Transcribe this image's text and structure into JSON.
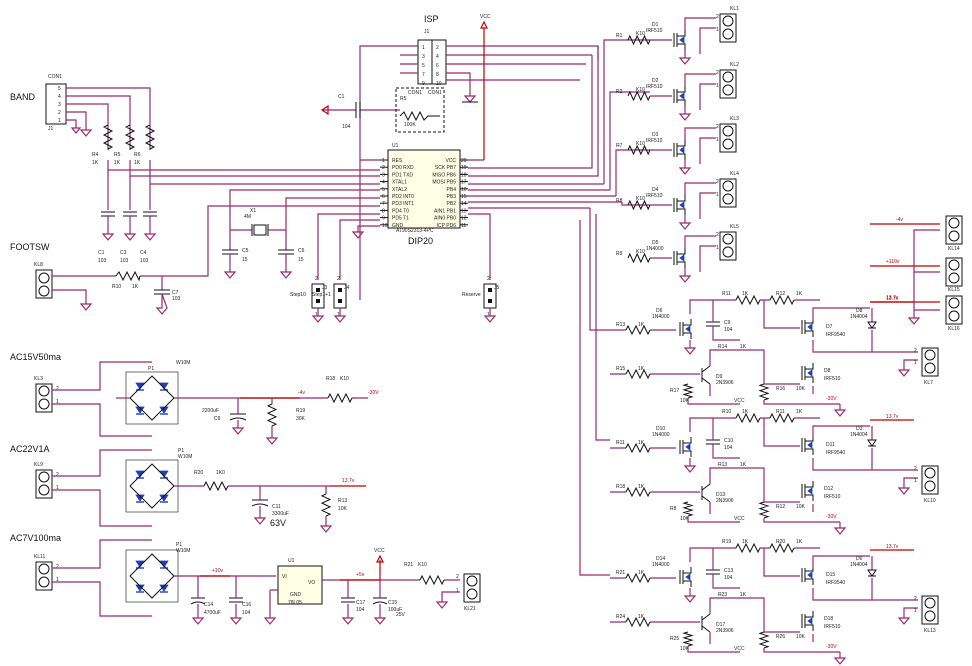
{
  "labels": {
    "isp": "ISP",
    "band": "BAND",
    "footsw": "FOOTSW",
    "ac15": "AC15V50ma",
    "ac22": "AC22V1A",
    "ac7": "AC7V100ma",
    "dip": "DIP20",
    "cap63": "63V",
    "vcc": "VCC"
  },
  "mcu": {
    "ref": "U1",
    "part": "AT90S2313-4PC",
    "left_pins": [
      "RES",
      "PD0 RXD",
      "PD1 TXD",
      "XTAL1",
      "XTAL2",
      "PD2 INT0",
      "PD3 INT1",
      "PD4 T0",
      "PD5 T1",
      "GND"
    ],
    "left_nums": [
      "1",
      "2",
      "3",
      "4",
      "5",
      "6",
      "7",
      "8",
      "9",
      "10"
    ],
    "right_pins": [
      "VCC",
      "SCK PB7",
      "MISO PB6",
      "MOSI PB5",
      "PB4",
      "PB3",
      "PB2",
      "AIN1 PB1",
      "AIN0 PB0",
      "ICP PD6"
    ],
    "right_nums": [
      "20",
      "19",
      "18",
      "17",
      "16",
      "15",
      "14",
      "13",
      "12",
      "11"
    ]
  },
  "isp": {
    "ref": "J1",
    "pins_l": [
      "1",
      "3",
      "5",
      "7",
      "9"
    ],
    "pins_r": [
      "2",
      "4",
      "6",
      "8",
      "10"
    ]
  },
  "band": {
    "ref": "CON1",
    "sub": "J1",
    "pins": [
      "5",
      "4",
      "3",
      "2",
      "1"
    ]
  },
  "band_res": [
    {
      "ref": "R4",
      "val": "1K"
    },
    {
      "ref": "R5",
      "val": "1K"
    },
    {
      "ref": "R6",
      "val": "1K"
    }
  ],
  "band_caps": [
    {
      "ref": "C1",
      "val": "103"
    },
    {
      "ref": "C3",
      "val": "103"
    },
    {
      "ref": "C4",
      "val": "103"
    }
  ],
  "parts": {
    "c1": {
      "ref": "C1",
      "val": "104"
    },
    "r5": {
      "ref": "R5",
      "val": "100K"
    },
    "con1": "CON1",
    "x1": {
      "ref": "X1",
      "val": "4M"
    },
    "c5": {
      "ref": "C5",
      "val": "15"
    },
    "c6": {
      "ref": "C6",
      "val": "15"
    },
    "kl8": "KL8",
    "r10": {
      "ref": "R10",
      "val": "1K"
    },
    "c7": {
      "ref": "C7",
      "val": "103"
    },
    "j3": {
      "ref": "J3",
      "val": "Step10"
    },
    "j4": {
      "ref": "J4",
      "val": "Step1+1"
    },
    "j5": {
      "ref": "J5",
      "val": "Reserve"
    }
  },
  "relay_outputs": [
    {
      "d": "D1",
      "mos": "IRF510",
      "r": "R1",
      "rv": "K10",
      "kl": "KL1"
    },
    {
      "d": "D2",
      "mos": "IRF510",
      "r": "R2",
      "rv": "K10",
      "kl": "KL2"
    },
    {
      "d": "D3",
      "mos": "IRF510",
      "r": "R7",
      "rv": "K10",
      "kl": "KL3"
    },
    {
      "d": "D4",
      "mos": "IRF510",
      "r": "R8",
      "rv": "K10",
      "kl": "KL4"
    },
    {
      "d": "D5",
      "mos": "1N4000",
      "r": "R9",
      "rv": "K10",
      "kl": "KL5"
    }
  ],
  "power": {
    "ac15": {
      "kl": "KL3",
      "br": "P1",
      "brv": "W10M",
      "cap": "C9",
      "capv": "2200uF",
      "r19": "R19",
      "r19v": "30K",
      "r18": "R18",
      "r18v": "K10",
      "rail": "-30V",
      "railm": "-4v"
    },
    "ac22": {
      "kl": "KL9",
      "br": "P1",
      "brv": "W10M",
      "r": "R20",
      "rv": "1K0",
      "cap": "C11",
      "capv": "3300uF",
      "r2": "R13",
      "r2v": "10K",
      "rail": "13.7v"
    },
    "ac7": {
      "kl": "KL11",
      "br": "P1",
      "brv": "W10M",
      "rail1": "+10v",
      "c14": "C14",
      "c14v": "4700uF",
      "c16": "C16",
      "c16v": "104",
      "u": "U1",
      "uname": "78L05",
      "vi": "VI",
      "vo": "VO",
      "gnd": "GND",
      "c17": "C17",
      "c17v": "104",
      "c15": "C15",
      "c15v": "100uF",
      "c15b": "25V",
      "rail2": "+5v",
      "r21": "R21",
      "r21v": "K10",
      "kl21": "KL21"
    }
  },
  "right_rails": {
    "neg4": "-4v",
    "p110": "+110v",
    "p137": "13.7v",
    "kl14": "KL14",
    "kl15": "KL15",
    "kl16": "KL16"
  },
  "channels": [
    {
      "rin": "R13",
      "rinv": "1K",
      "d": "D6",
      "dv": "1N4000",
      "c": "C9",
      "cv": "104",
      "r11": "R11",
      "r11v": "1K",
      "r12": "R12",
      "r12v": "1K",
      "q": "D7",
      "qv": "IRF9540",
      "dd": "D8",
      "ddv": "1N4004",
      "r14": "R14",
      "r14v": "1K",
      "r15": "R15",
      "r15v": "1K",
      "r17": "R17",
      "r17v": "10K",
      "qn": "D9",
      "qnv": "2N3906",
      "r16": "R16",
      "r16v": "10K",
      "mos": "D8",
      "mosv": "IRF510",
      "kl": "KL7",
      "rail": "13.7v",
      "neg": "-30V"
    },
    {
      "rin": "R11",
      "rinv": "1K",
      "d": "D10",
      "dv": "1N4000",
      "c": "C10",
      "cv": "104",
      "r11": "R10",
      "r11v": "1K",
      "r12": "R11",
      "r12v": "1K",
      "q": "D11",
      "qv": "IRF9540",
      "dd": "D3",
      "ddv": "1N4004",
      "r14": "R13",
      "r14v": "1K",
      "r15": "R18",
      "r15v": "1K",
      "r17": "R8",
      "r17v": "10K",
      "qn": "D13",
      "qnv": "2N3906",
      "r16": "R12",
      "r16v": "10K",
      "mos": "D12",
      "mosv": "IRF510",
      "kl": "KL10",
      "rail": "13.7v",
      "neg": "-30V"
    },
    {
      "rin": "R21",
      "rinv": "1K",
      "d": "D14",
      "dv": "1N4000",
      "c": "C13",
      "cv": "104",
      "r11": "R19",
      "r11v": "1K",
      "r12": "R20",
      "r12v": "1K",
      "q": "D15",
      "qv": "IRF9540",
      "dd": "D6",
      "ddv": "1N4004",
      "r14": "R23",
      "r14v": "1K",
      "r15": "R24",
      "r15v": "1K",
      "r17": "R25",
      "r17v": "10K",
      "qn": "D17",
      "qnv": "2N3906",
      "r16": "R26",
      "r16v": "10K",
      "mos": "D18",
      "mosv": "IRF510",
      "kl": "KL13",
      "rail": "13.7v",
      "neg": "-30V"
    }
  ],
  "colors": {
    "wire": "#9b2a6a",
    "rail": "#c00000",
    "diode": "#1f3fbf"
  }
}
